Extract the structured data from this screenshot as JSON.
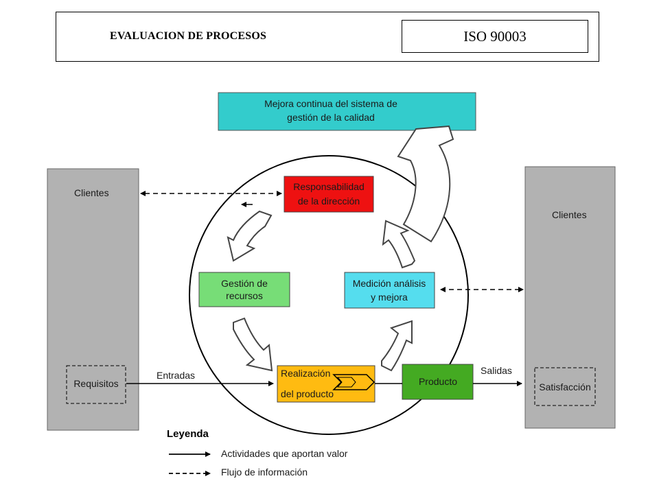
{
  "header": {
    "title": "EVALUACION DE PROCESOS",
    "standard": "ISO 90003"
  },
  "improvement": {
    "line1": "Mejora continua del sistema de",
    "line2": "gestión de la calidad"
  },
  "clients_left": {
    "label": "Clientes",
    "requirement": "Requisitos"
  },
  "clients_right": {
    "label": "Clientes",
    "satisfaction": "Satisfacción"
  },
  "processes": {
    "management": {
      "line1": "Responsabilidad",
      "line2": "de la dirección"
    },
    "resources": {
      "line1": "Gestión de",
      "line2": "recursos"
    },
    "measurement": {
      "line1": "Medición análisis",
      "line2": "y mejora"
    },
    "realization": {
      "line1": "Realización",
      "line2": "del producto"
    },
    "product": {
      "label": "Producto"
    }
  },
  "flows": {
    "inputs": "Entradas",
    "outputs": "Salidas"
  },
  "legend": {
    "title": "Leyenda",
    "value_activities": "Actividades que aportan valor",
    "information_flow": "Flujo de información"
  },
  "colors": {
    "improvement": "#33cccc",
    "management": "#ee1111",
    "resources": "#77dd77",
    "measurement": "#55ddee",
    "realization": "#ffbb11",
    "product": "#44aa22",
    "clients": "#b2b2b2"
  }
}
